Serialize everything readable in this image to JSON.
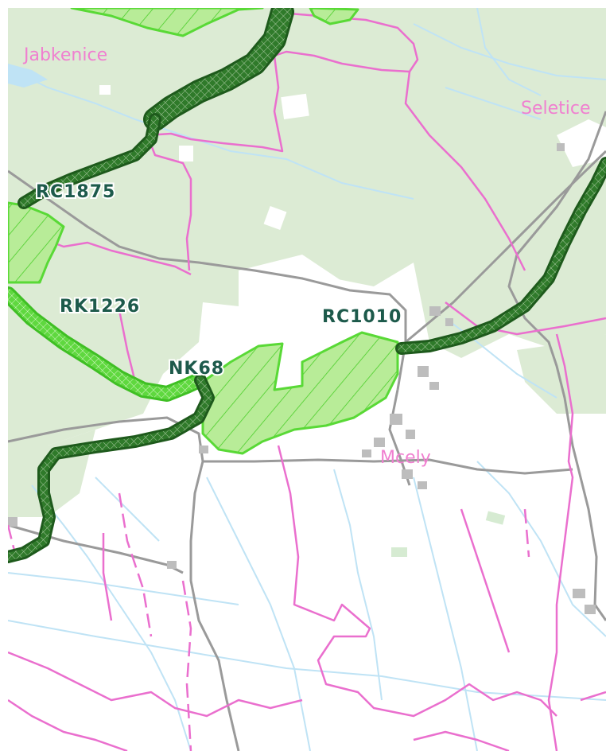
{
  "map": {
    "places": {
      "jabkenice": "Jabkenice",
      "seletice": "Seletice",
      "mcely": "Mcely"
    },
    "codes": {
      "rc1875": "RC1875",
      "rk1226": "RK1226",
      "nk68": "NK68",
      "rc1010": "RC1010"
    },
    "colors": {
      "forest": "#dcebd4",
      "open": "#ffffff",
      "corridor_dark": "#2f7a2a",
      "corridor_light": "#66e04a",
      "core_fill": "#b8ec98",
      "boundary": "#ea6fce",
      "road": "#9a9a9a",
      "water": "#bfe3f5",
      "building": "#bdbdbd"
    }
  }
}
